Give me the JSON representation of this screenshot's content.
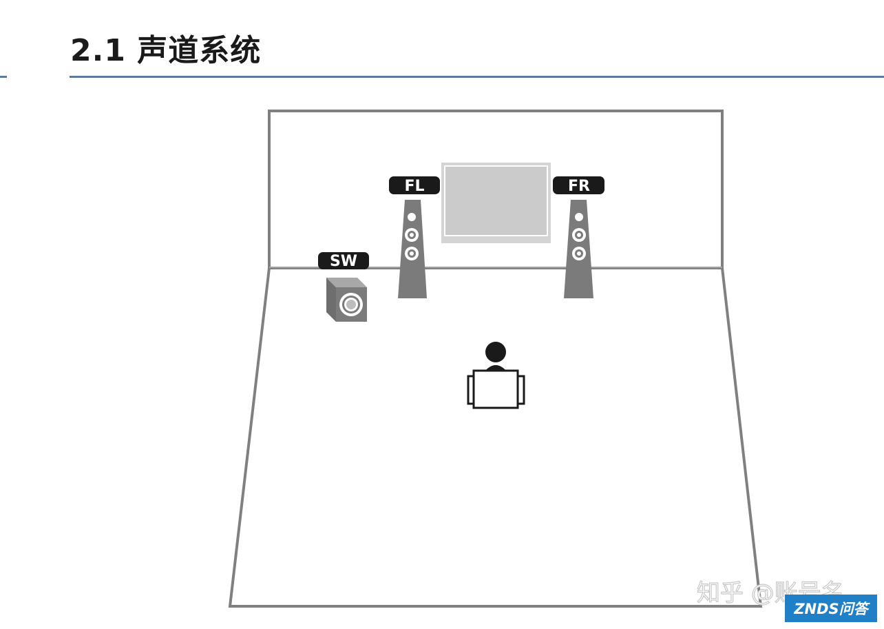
{
  "title": "2.1 声道系统",
  "speakers": {
    "front_left": "FL",
    "front_right": "FR",
    "subwoofer": "SW"
  },
  "watermark": "知乎 @账号名",
  "logo": "ZNDS问答",
  "colors": {
    "rule": "#5a79a0",
    "wall": "#808080",
    "tag": "#1a1a1a",
    "speaker": "#7b7b7b",
    "screen": "#cfcfcf",
    "logo_bg": "#1f7fc7"
  }
}
